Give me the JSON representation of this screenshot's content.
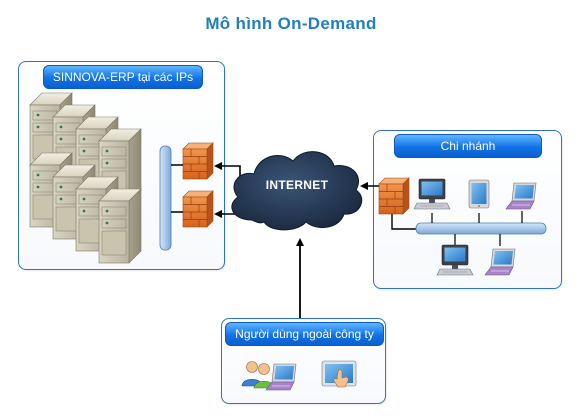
{
  "title": "Mô hình On-Demand",
  "panels": {
    "ips": {
      "header": "SINNOVA-ERP tại các IPs"
    },
    "branch": {
      "header": "Chi nhánh"
    },
    "users": {
      "header": "Người dùng ngoài công ty"
    }
  },
  "cloud": {
    "label": "INTERNET"
  },
  "icons": {
    "servers": "server-rack-icon",
    "firewall": "firewall-icon",
    "cloud": "cloud-icon",
    "desktop": "desktop-computer-icon",
    "tablet": "tablet-icon",
    "laptop": "laptop-icon",
    "users": "users-icon",
    "touch": "touch-screen-icon"
  },
  "colors": {
    "title": "#1f7fc1",
    "panel_border": "#2e6fd0",
    "header_top": "#5fb6ff",
    "header_bottom": "#0a5fd0",
    "cloud": "#1e2f45",
    "firewall": "#e8792a",
    "bus": "#a9c9ea"
  }
}
